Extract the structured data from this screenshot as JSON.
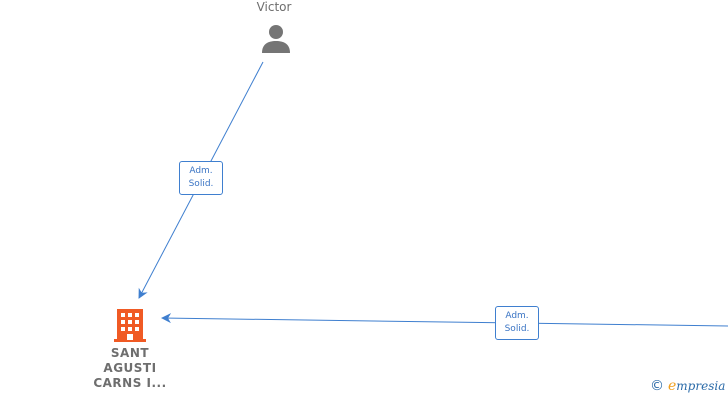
{
  "nodes": {
    "person": {
      "name": "Victor",
      "icon": "person-icon",
      "color": "#757575"
    },
    "company": {
      "name_lines": [
        "SANT",
        "AGUSTI",
        "CARNS I..."
      ],
      "icon": "building-icon",
      "color": "#f05a24"
    }
  },
  "edges": [
    {
      "from": "Victor",
      "to": "SANT AGUSTI CARNS I...",
      "label_lines": [
        "Adm.",
        "Solid."
      ]
    },
    {
      "from": "offscreen-node",
      "to": "SANT AGUSTI CARNS I...",
      "label_lines": [
        "Adm.",
        "Solid."
      ]
    }
  ],
  "edge_color": "#3f7fcf",
  "watermark": {
    "copyright": "©",
    "brand_initial": "e",
    "brand_rest": "mpresia"
  }
}
